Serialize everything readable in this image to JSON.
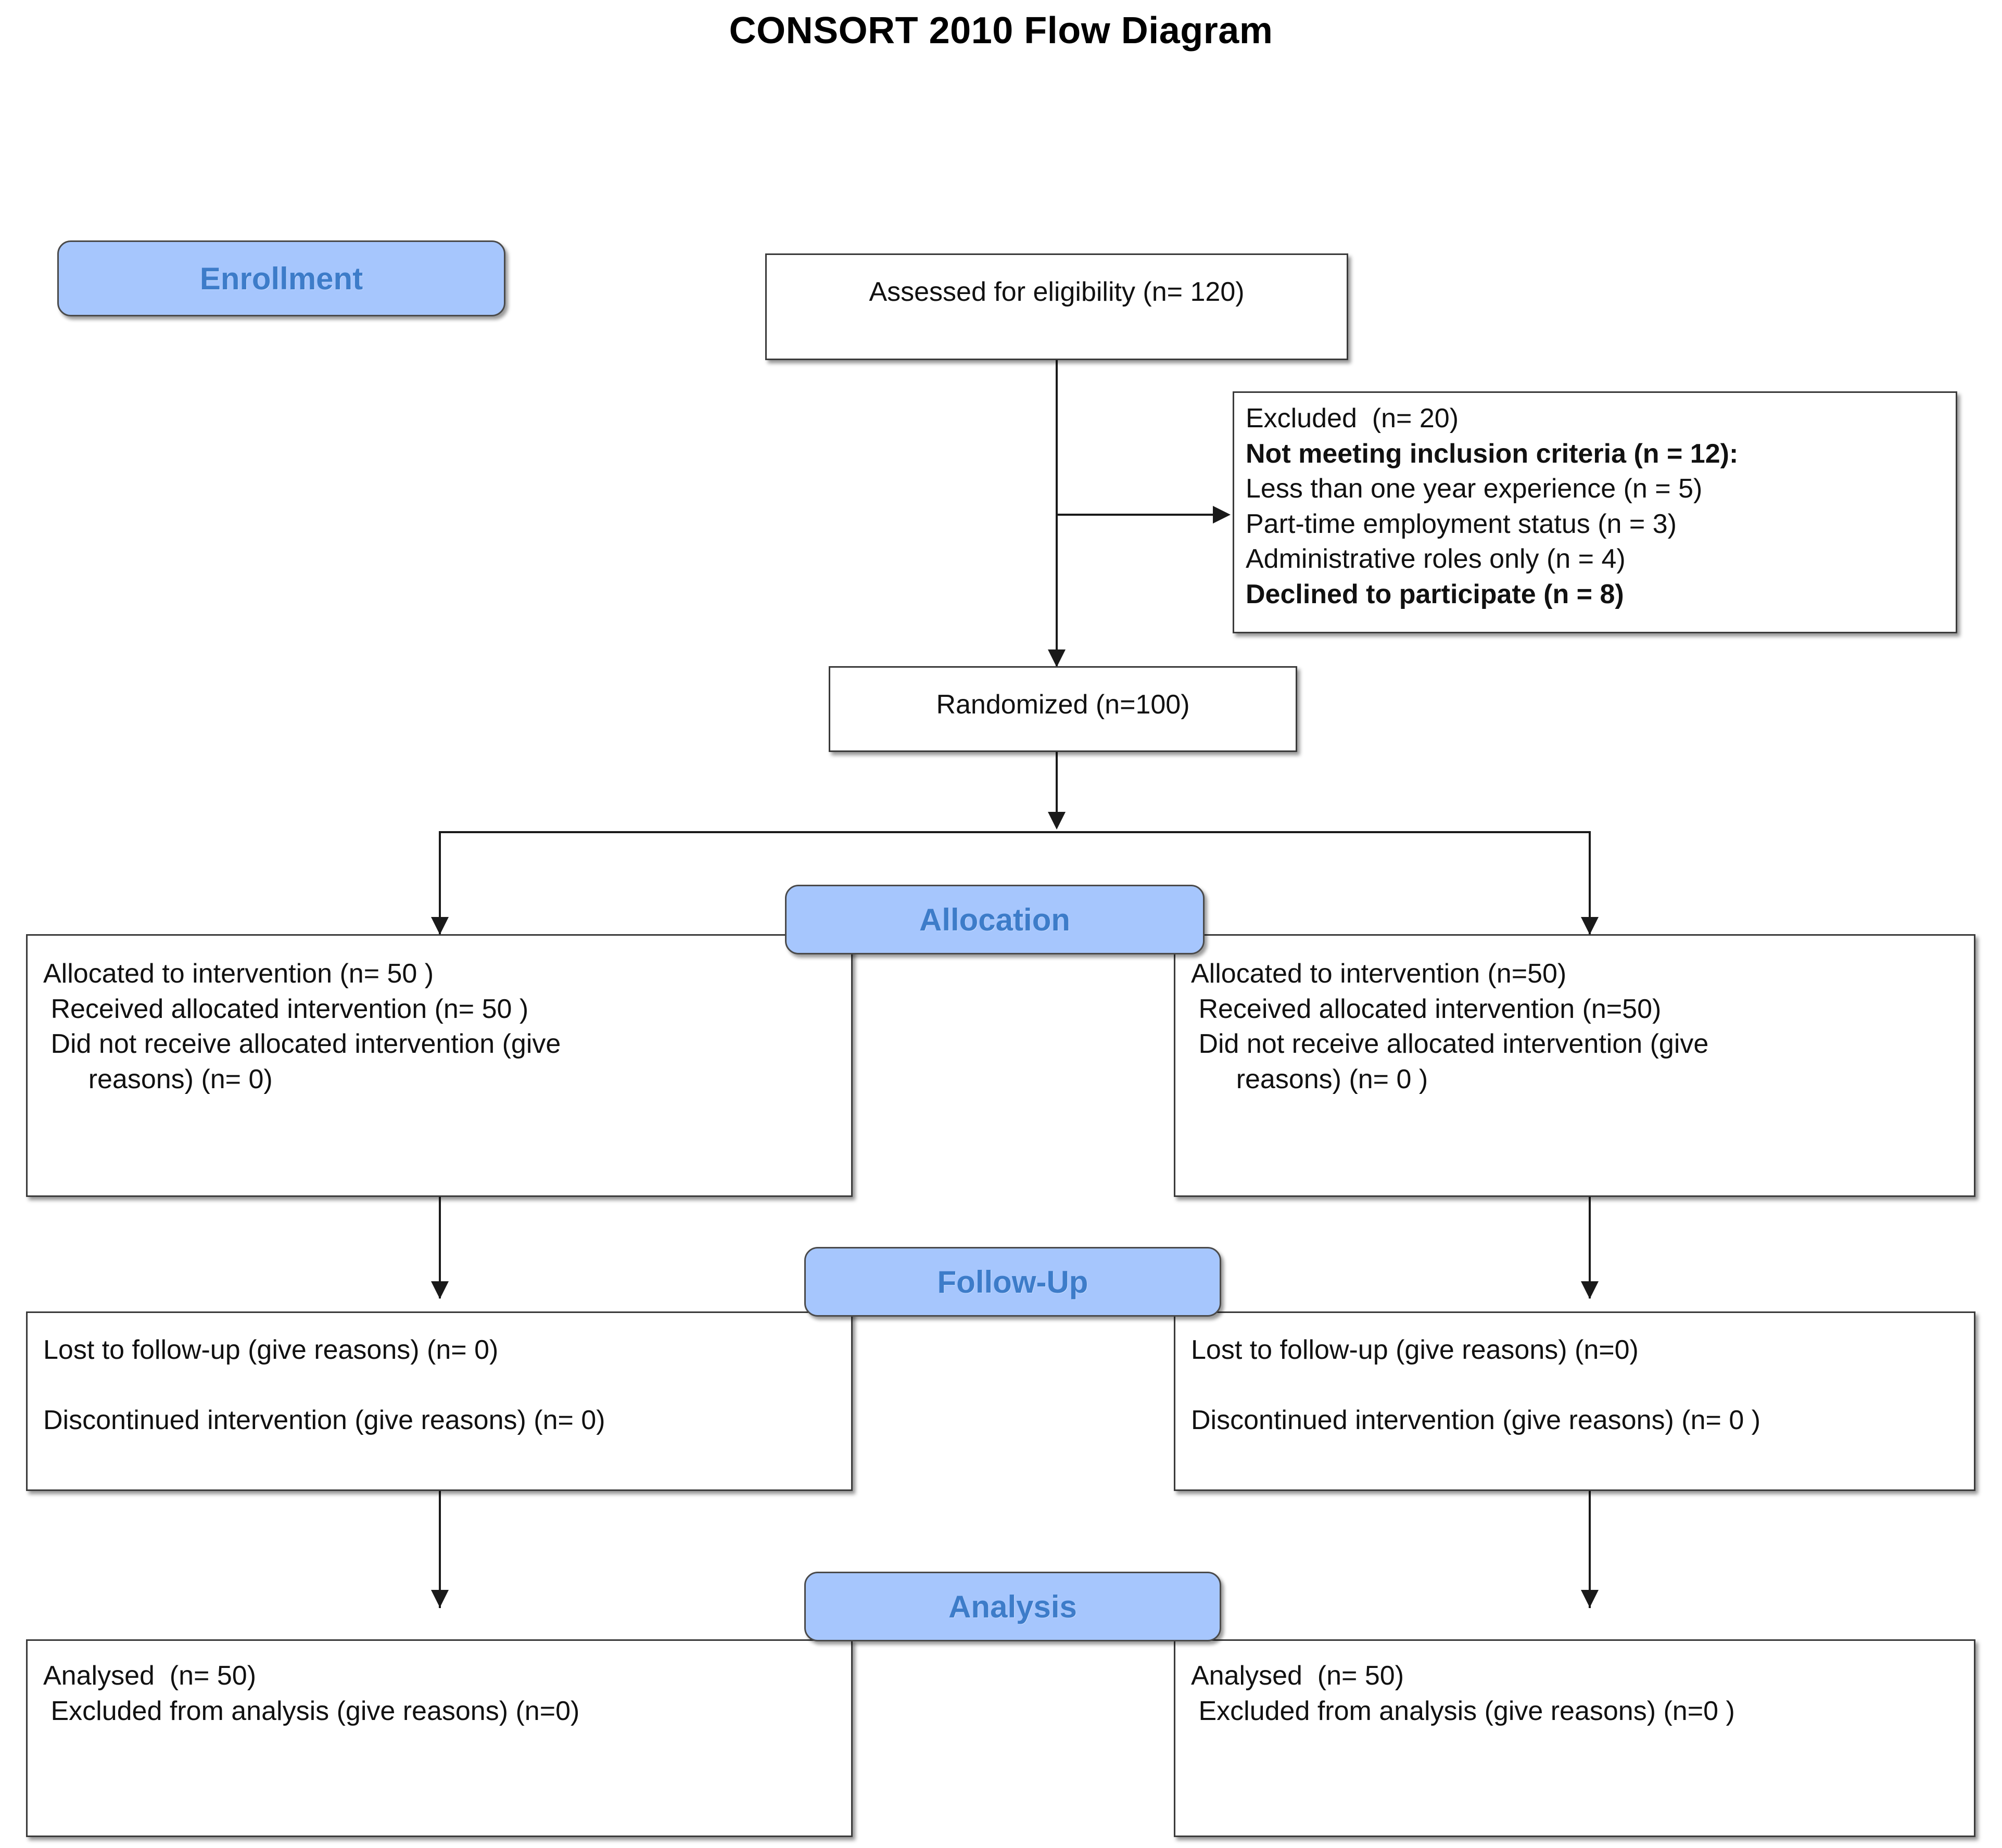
{
  "title": "CONSORT 2010 Flow Diagram",
  "banners": {
    "enrollment": "Enrollment",
    "allocation": "Allocation",
    "followup": "Follow-Up",
    "analysis": "Analysis"
  },
  "colors": {
    "banner_fill": "#a6c6fd",
    "banner_text": "#3d7cc9",
    "box_border": "#3a3a3a",
    "connector": "#1a1a1a",
    "background": "#ffffff"
  },
  "boxes": {
    "assessed": {
      "text": "Assessed for eligibility (n= 120)"
    },
    "excluded": {
      "lines": [
        {
          "text": "Excluded  (n= 20)",
          "bold": false
        },
        {
          "text": "Not meeting inclusion criteria (n = 12):",
          "bold": true
        },
        {
          "text": "Less than one year experience (n = 5)",
          "bold": false
        },
        {
          "text": "Part-time employment status (n = 3)",
          "bold": false
        },
        {
          "text": "Administrative roles only (n = 4)",
          "bold": false
        },
        {
          "text": "Declined to participate (n = 8)",
          "bold": true
        }
      ]
    },
    "randomized": {
      "text": "Randomized (n=100)"
    },
    "allocation_left": {
      "text": "Allocated to intervention (n= 50 )\n Received allocated intervention (n= 50 )\n Did not receive allocated intervention (give\n      reasons) (n= 0)"
    },
    "allocation_right": {
      "text": "Allocated to intervention (n=50)\n Received allocated intervention (n=50)\n Did not receive allocated intervention (give\n      reasons) (n= 0 )"
    },
    "followup_left": {
      "text": "Lost to follow-up (give reasons) (n= 0)\n\nDiscontinued intervention (give reasons) (n= 0)"
    },
    "followup_right": {
      "text": "Lost to follow-up (give reasons) (n=0)\n\nDiscontinued intervention (give reasons) (n= 0 )"
    },
    "analysis_left": {
      "text": "Analysed  (n= 50)\n Excluded from analysis (give reasons) (n=0)"
    },
    "analysis_right": {
      "text": "Analysed  (n= 50)\n Excluded from analysis (give reasons) (n=0 )"
    }
  }
}
